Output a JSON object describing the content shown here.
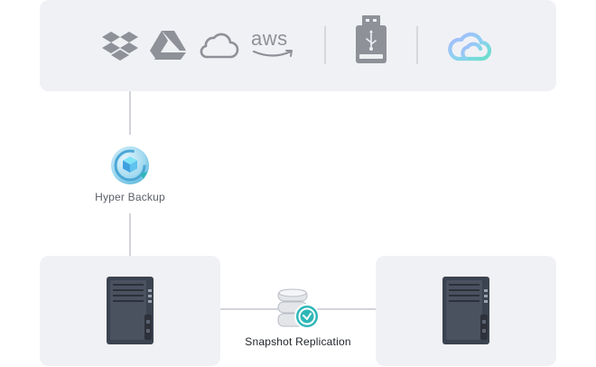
{
  "destinations": {
    "icons": [
      "dropbox-icon",
      "google-drive-icon",
      "cloud-icon",
      "aws-icon",
      "usb-drive-icon",
      "synology-c2-icon"
    ],
    "aws_text": "aws"
  },
  "hyper_backup": {
    "label": "Hyper Backup",
    "icon": "hyper-backup-icon"
  },
  "snapshot_replication": {
    "label": "Snapshot Replication",
    "icon": "snapshot-replication-icon"
  },
  "devices": [
    "nas-device-icon",
    "nas-device-icon"
  ],
  "colors": {
    "panel": "#f0f1f5",
    "icon_gray": "#8e9197",
    "connector": "#d2d4da",
    "nas_body": "#3c4350",
    "accent_teal": "#2fb7b8"
  }
}
